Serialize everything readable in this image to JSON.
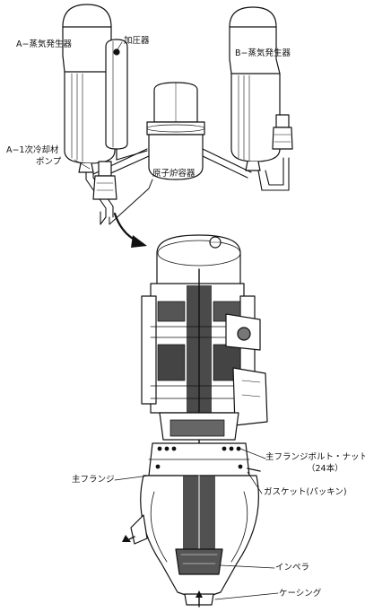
{
  "labels": {
    "sg_a": "A−蒸気発生器",
    "pressurizer": "加圧器",
    "sg_b": "B−蒸気発生器",
    "pump_a1_line1": "A−1次冷却材",
    "pump_a1_line2": "ポンプ",
    "reactor_vessel": "原子炉容器",
    "main_flange_bolt_nut": "主フランジボルト・ナット",
    "bolt_count": "（24本）",
    "main_flange": "主フランジ",
    "gasket": "ガスケット(パッキン)",
    "impeller": "インペラ",
    "casing": "ケーシング"
  },
  "colors": {
    "ink": "#111111",
    "paper": "#ffffff",
    "shade": "#2a2a2a"
  }
}
